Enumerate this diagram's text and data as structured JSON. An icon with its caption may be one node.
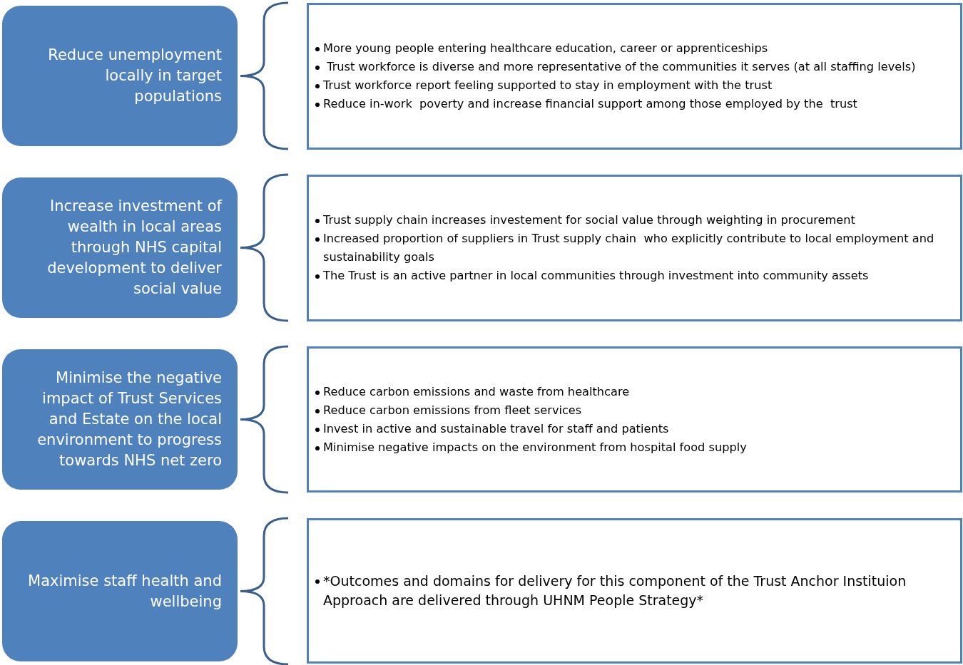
{
  "diagram": {
    "nodes": [
      {
        "text": [
          "Reduce unemployment locally in target populations"
        ]
      },
      {
        "text": [
          "More young people entering healthcare education, career or apprenticeships",
          " Trust workforce is diverse and more representative of the communities it serves (at all staffing levels)",
          "Trust workforce report feeling supported to stay in employment with the trust",
          "Reduce in-work  poverty and increase financial support among those employed by the  trust"
        ]
      },
      {
        "text": [
          "Increase investment of wealth in local areas through  NHS capital development to deliver social value"
        ]
      },
      {
        "text": [
          "Trust supply chain increases investement for social value through weighting in procurement",
          "Increased proportion of suppliers in Trust supply chain  who explicitly contribute to local employment and sustainability goals",
          "The Trust is an active partner in local communities through investment into community assets"
        ]
      },
      {
        "text": [
          "Minimise the negative impact of Trust Services and Estate on the local environment to progress towards NHS net zero"
        ]
      },
      {
        "text": [
          "Reduce carbon emissions and waste from healthcare",
          "Reduce carbon emissions from fleet services",
          "Invest in active and sustainable travel for staff and patients",
          "Minimise negative impacts on the environment from hospital food supply"
        ]
      },
      {
        "text": [
          "Maximise staff health and wellbeing"
        ]
      },
      {
        "text": [
          "*Outcomes and domains for delivery for this component of the Trust Anchor Instituion Approach are delivered through UHNM People Strategy*"
        ]
      }
    ]
  }
}
